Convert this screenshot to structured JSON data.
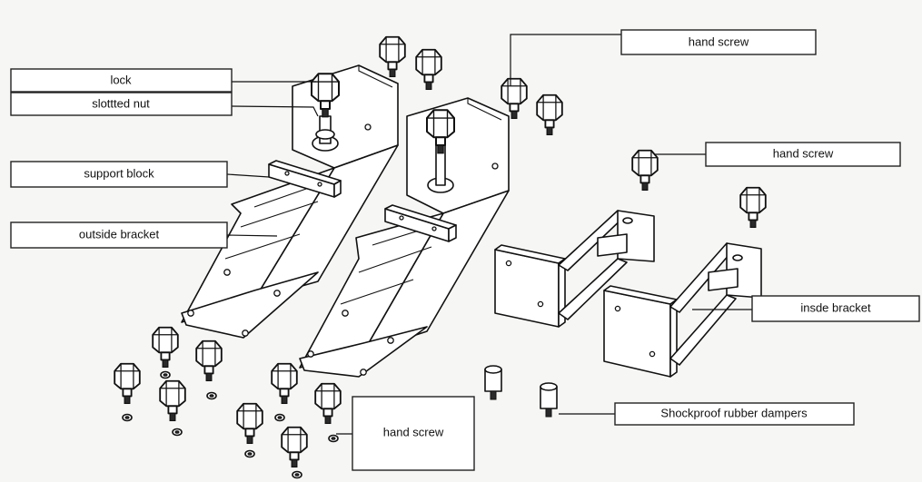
{
  "labels": {
    "lock": "lock",
    "slotted_nut": "slottted nut",
    "support_block": "support block",
    "outside_bracket": "outside bracket",
    "hand_screw_top": "hand screw",
    "hand_screw_right": "hand screw",
    "inside_bracket": "insde bracket",
    "shockproof_dampers": "Shockproof rubber dampers",
    "hand_screw_bottom": "hand screw"
  }
}
